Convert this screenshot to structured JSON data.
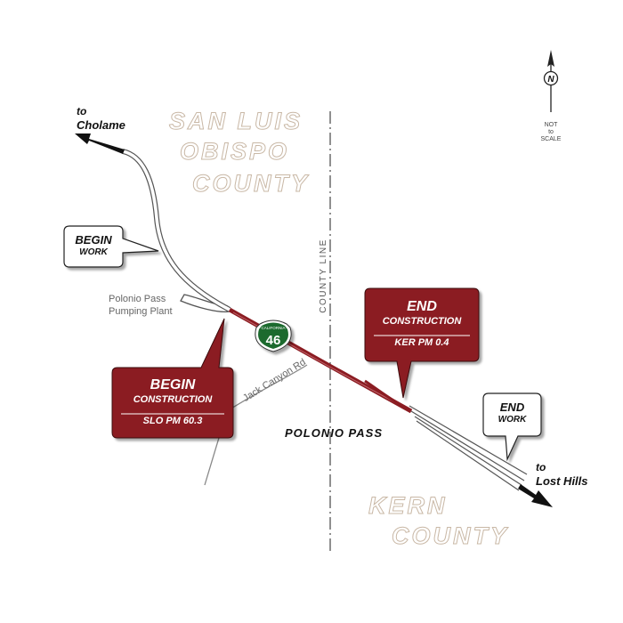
{
  "map": {
    "counties": {
      "slo": [
        "SAN LUIS",
        "OBISPO",
        "COUNTY"
      ],
      "kern": [
        "KERN",
        "COUNTY"
      ]
    },
    "county_line_label": "COUNTY LINE",
    "destinations": {
      "west": [
        "to",
        "Cholame"
      ],
      "east": [
        "to",
        "Lost Hills"
      ]
    },
    "places": {
      "pumping_plant": [
        "Polonio Pass",
        "Pumping Plant"
      ],
      "pass": "POLONIO PASS",
      "road": "Jack Canyon Rd"
    },
    "highway_shield": {
      "state": "CALIFORNIA",
      "number": "46",
      "color": "#1e6b2e"
    },
    "callouts": {
      "begin_work": [
        "BEGIN",
        "WORK"
      ],
      "end_work": [
        "END",
        "WORK"
      ],
      "begin_construction": {
        "title": "BEGIN",
        "subtitle": "CONSTRUCTION",
        "postmile": "SLO PM 60.3"
      },
      "end_construction": {
        "title": "END",
        "subtitle": "CONSTRUCTION",
        "postmile": "KER PM 0.4"
      }
    },
    "north_arrow": {
      "letter": "N",
      "note": [
        "NOT",
        "to",
        "SCALE"
      ]
    },
    "colors": {
      "construction": "#8b1c22",
      "road": "#555555",
      "county_text_outline": "#c9b8a6"
    }
  }
}
